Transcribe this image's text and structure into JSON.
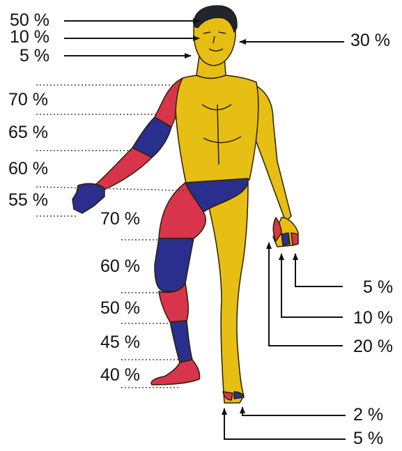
{
  "colors": {
    "skin": "#E6BE14",
    "red": "#D8344B",
    "blue": "#2A2E8C",
    "outline": "#2a2000",
    "hair": "#22262c",
    "line": "#111111",
    "dots": "#444444"
  },
  "labels": {
    "head_hair": "50 %",
    "head_eyes": "10 %",
    "head_chin": "5 %",
    "head_right": "30 %",
    "arm_upper": "70 %",
    "arm_elbow": "65 %",
    "arm_fore": "60 %",
    "arm_hand": "55 %",
    "leg_thigh": "70 %",
    "leg_knee": "60 %",
    "leg_calf": "50 %",
    "leg_shin": "45 %",
    "leg_foot": "40 %",
    "fingers_5": "5 %",
    "fingers_10": "10 %",
    "fingers_20": "20 %",
    "toe_2": "2 %",
    "toe_5": "5 %"
  }
}
